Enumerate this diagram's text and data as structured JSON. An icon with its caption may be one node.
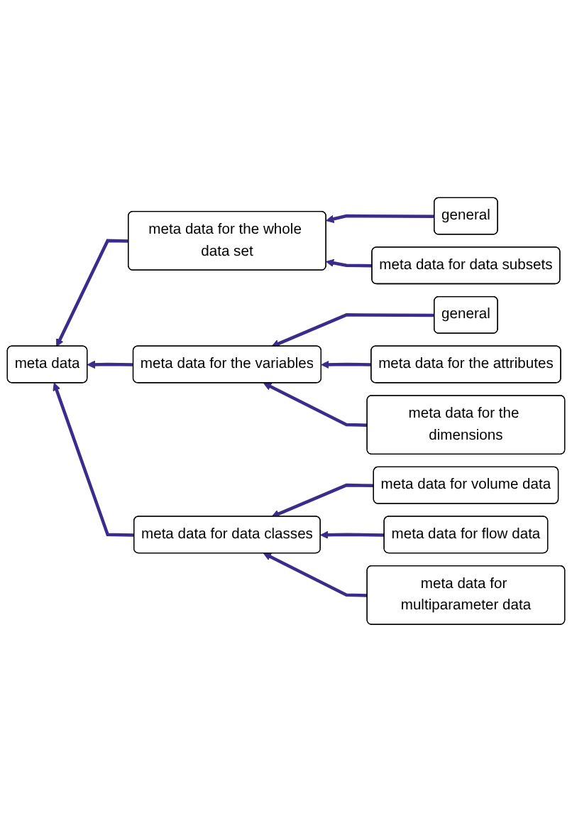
{
  "diagram": {
    "nodes": [
      {
        "text": [
          "meta data"
        ]
      },
      {
        "text": [
          "meta data for the whole data set"
        ]
      },
      {
        "text": [
          "general"
        ]
      },
      {
        "text": [
          "meta data for data subsets"
        ]
      },
      {
        "text": [
          "meta data for the variables"
        ]
      },
      {
        "text": [
          "general"
        ]
      },
      {
        "text": [
          "meta data for the attributes"
        ]
      },
      {
        "text": [
          "meta data for the dimensions"
        ]
      },
      {
        "text": [
          "meta data for data classes"
        ]
      },
      {
        "text": [
          "meta data for volume data"
        ]
      },
      {
        "text": [
          "meta data for flow data"
        ]
      },
      {
        "text": [
          "meta data for multiparameter data"
        ]
      }
    ],
    "edges": [
      {
        "from": 1,
        "to": 0,
        "arrow": "to"
      },
      {
        "from": 4,
        "to": 0,
        "arrow": "to"
      },
      {
        "from": 8,
        "to": 0,
        "arrow": "to"
      },
      {
        "from": 2,
        "to": 1,
        "arrow": "to"
      },
      {
        "from": 3,
        "to": 1,
        "arrow": "to"
      },
      {
        "from": 5,
        "to": 4,
        "arrow": "to"
      },
      {
        "from": 6,
        "to": 4,
        "arrow": "to"
      },
      {
        "from": 7,
        "to": 4,
        "arrow": "to"
      },
      {
        "from": 9,
        "to": 8,
        "arrow": "to"
      },
      {
        "from": 10,
        "to": 8,
        "arrow": "to"
      },
      {
        "from": 11,
        "to": 8,
        "arrow": "to"
      }
    ]
  }
}
